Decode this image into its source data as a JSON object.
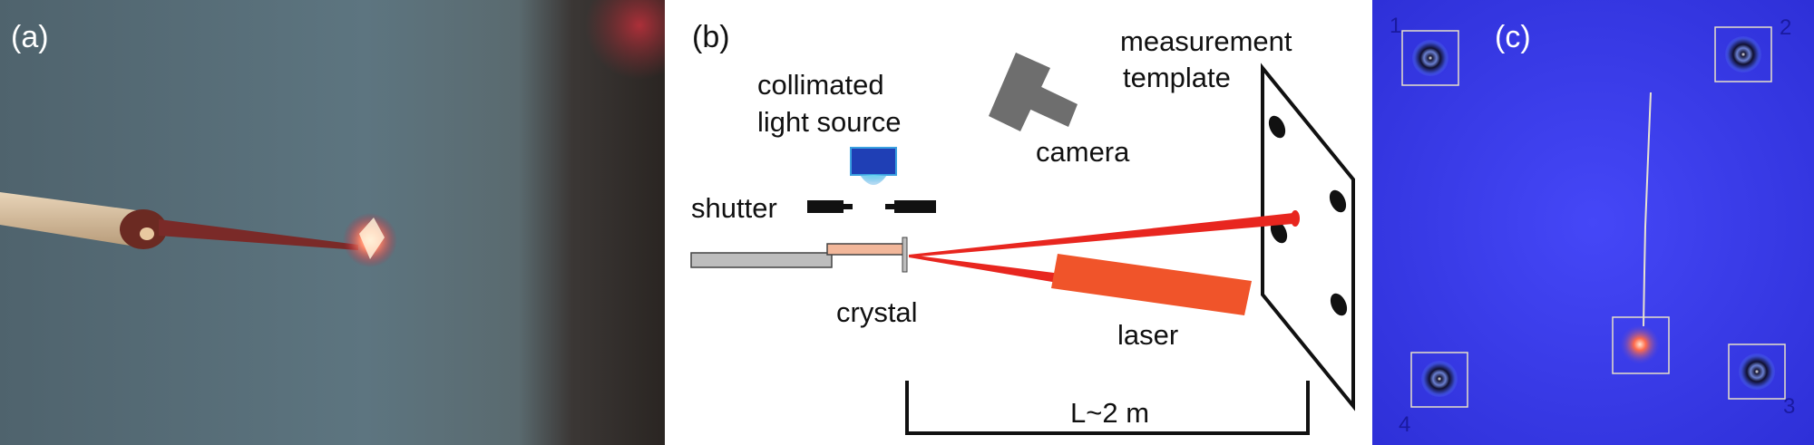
{
  "panels": {
    "a": {
      "label": "(a)"
    },
    "b": {
      "label": "(b)",
      "labels": {
        "measurement": "measurement",
        "template": "template",
        "collimated": "collimated",
        "light_source": "light source",
        "camera": "camera",
        "shutter": "shutter",
        "crystal": "crystal",
        "laser": "laser",
        "distance": "L~2 m"
      }
    },
    "c": {
      "label": "(c)",
      "markers": [
        "1",
        "2",
        "3",
        "4"
      ]
    }
  },
  "colors": {
    "laser_beam": "#e8261f",
    "laser_body": "#f0542a",
    "camera": "#6e6e6e",
    "light_source": "#1f3fb5",
    "crystal_holder": "#f2b79a",
    "panel_c_background": "#3a3cf0"
  }
}
